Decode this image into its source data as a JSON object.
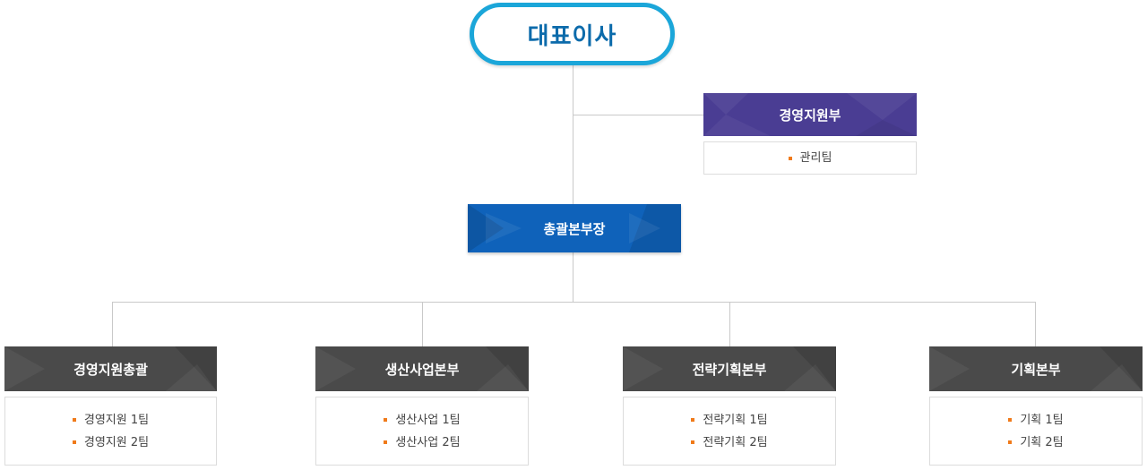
{
  "ceo": {
    "label": "대표이사"
  },
  "management_support": {
    "label": "경영지원부",
    "teams": [
      "관리팀"
    ]
  },
  "general_manager": {
    "label": "총괄본부장"
  },
  "divisions": [
    {
      "label": "경영지원총괄",
      "teams": [
        "경영지원 1팀",
        "경영지원 2팀"
      ]
    },
    {
      "label": "생산사업본부",
      "teams": [
        "생산사업 1팀",
        "생산사업 2팀"
      ]
    },
    {
      "label": "전략기획본부",
      "teams": [
        "전략기획 1팀",
        "전략기획 2팀"
      ]
    },
    {
      "label": "기획본부",
      "teams": [
        "기획 1팀",
        "기획 2팀"
      ]
    }
  ],
  "colors": {
    "ceo_border": "#1ba6d9",
    "ceo_text": "#0c6bab",
    "support_header": "#4a3d93",
    "gm_header": "#0f62ba",
    "division_header": "#4a4a4a",
    "bullet": "#f07a1a"
  }
}
